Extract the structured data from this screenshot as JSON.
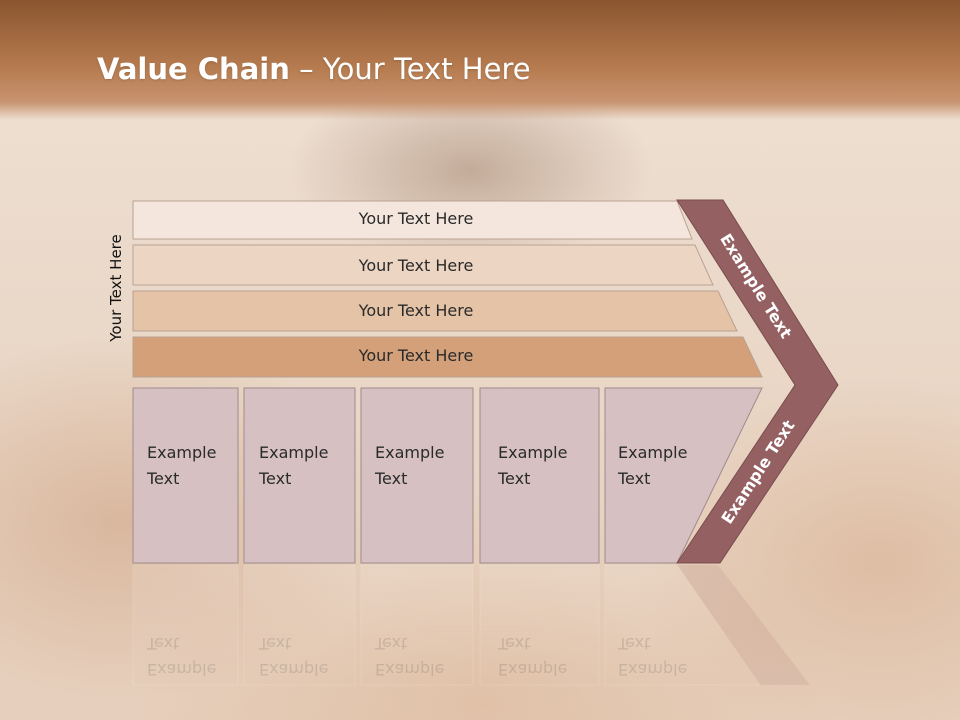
{
  "title": {
    "bold": "Value Chain",
    "rest": " – Your Text Here"
  },
  "side_label": "Your Text Here",
  "bars": [
    "Your Text Here",
    "Your Text Here",
    "Your Text Here",
    "Your Text Here"
  ],
  "columns": [
    "Example\nText",
    "Example\nText",
    "Example\nText",
    "Example\nText",
    "Example\nText"
  ],
  "chevron": {
    "upper_label": "Example Text",
    "lower_label": "Example Text"
  },
  "colors": {
    "header_top": "#8a5530",
    "chevron": "#946062",
    "column_fill": "#d6c0c2",
    "bar_1": "#f4e6dc",
    "bar_2": "#ecd5c3",
    "bar_3": "#e4c3a7",
    "bar_4": "#d3a07a"
  }
}
